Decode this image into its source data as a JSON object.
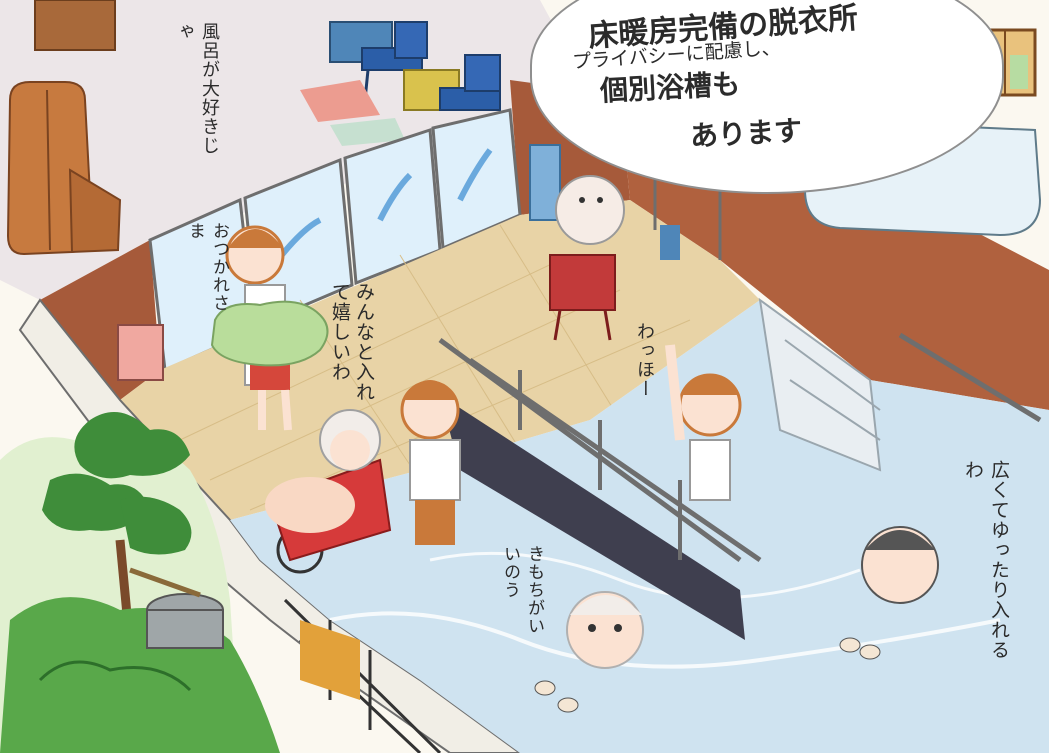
{
  "colors": {
    "tile_floor": "#e8d3a6",
    "brick_wall": "#a65a3a",
    "water": "#cfe3f0",
    "glass": "#dff0fb",
    "rail": "#6e6e6e",
    "tree": "#3f8d3a",
    "hair_brown": "#c9793a"
  },
  "texts": {
    "header_top": "床暖房完備の脱衣所",
    "header_sub": "プライバシーに配慮し、",
    "header_line3": "個別浴槽も",
    "header_line4": "あります",
    "kid_speech": "風呂が大好きじゃ",
    "staff_speech": "おつかれさま",
    "helper_speech": "みんなと入れて嬉しいわ",
    "wave_speech": "わっほー",
    "elder_speech": "きもちがいいのう",
    "right_speech": "広くてゆったり入れるわ"
  }
}
